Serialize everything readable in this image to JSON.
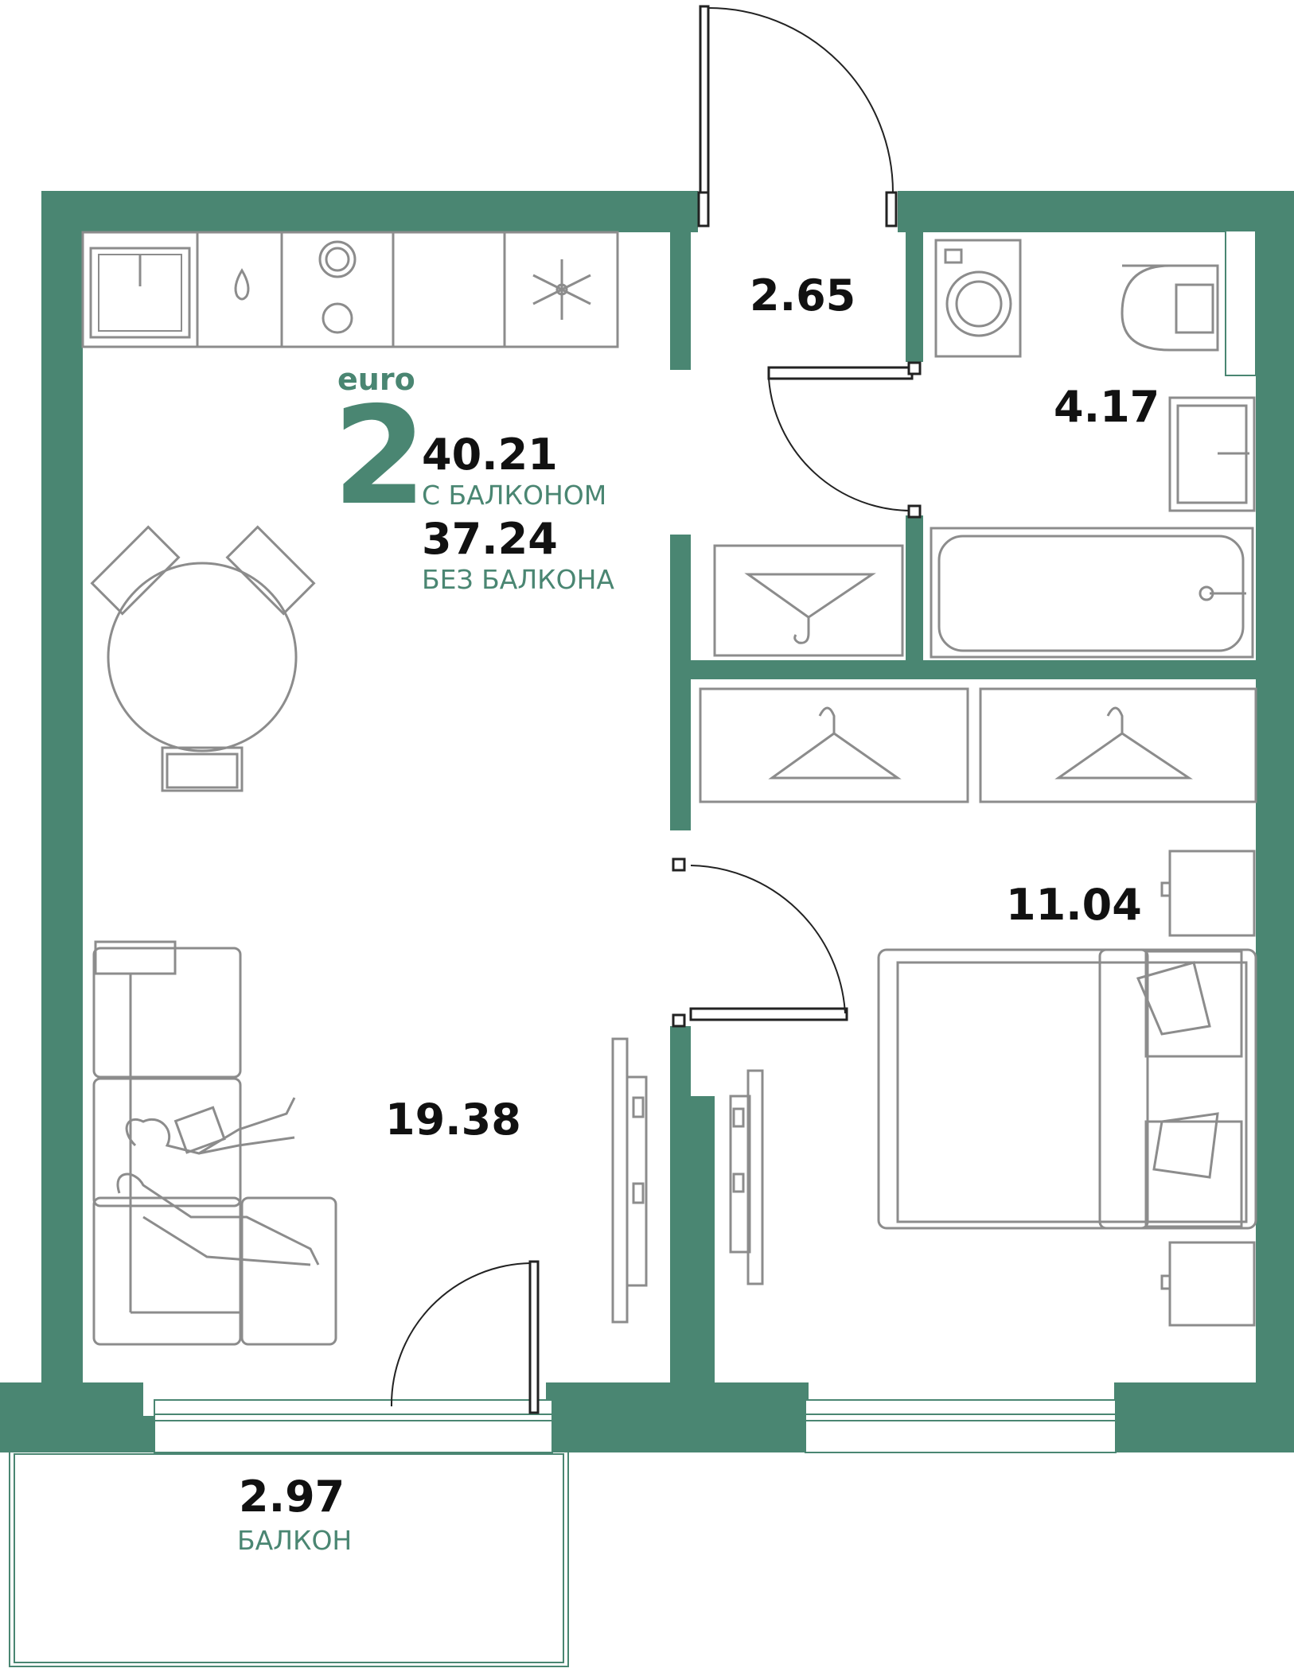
{
  "apartment": {
    "type_label": "euro",
    "rooms": "2",
    "area_with_balcony": "40.21",
    "with_balcony_label": "С БАЛКОНОМ",
    "area_without_balcony": "37.24",
    "without_balcony_label": "БЕЗ БАЛКОНА"
  },
  "rooms": {
    "hallway_area": "2.65",
    "bathroom_area": "4.17",
    "bedroom_area": "11.04",
    "living_kitchen_area": "19.38",
    "balcony_area": "2.97",
    "balcony_label": "БАЛКОН"
  },
  "colors": {
    "wall": "#4a8672",
    "furniture": "#8c8c8c",
    "text": "#111111"
  }
}
